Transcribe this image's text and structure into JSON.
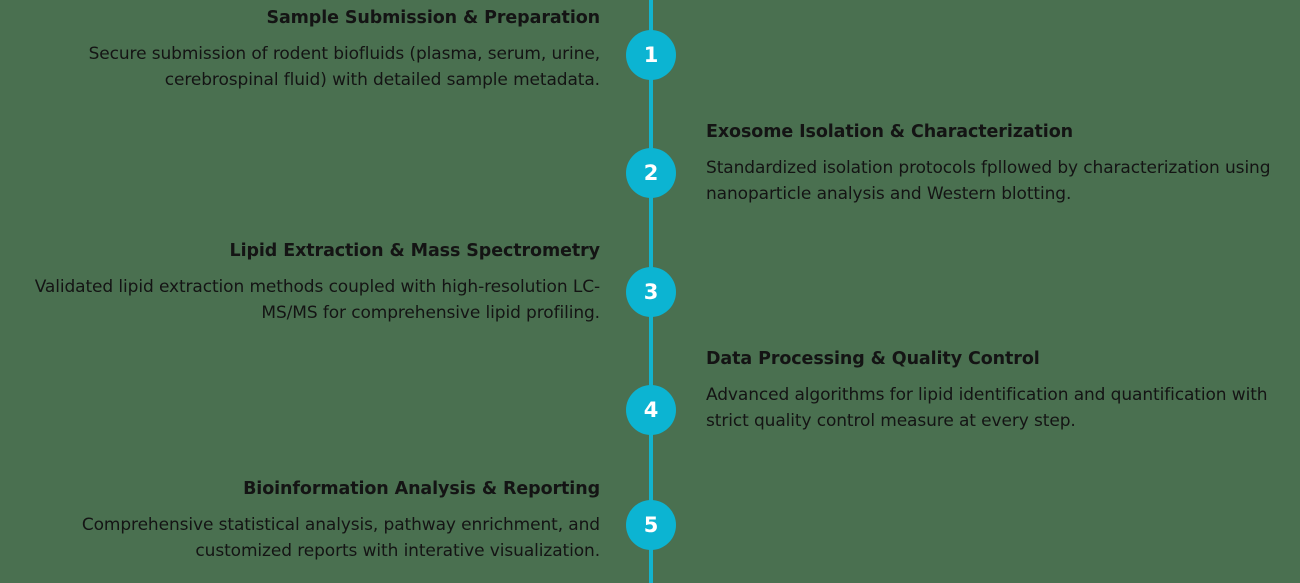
{
  "diagram": {
    "type": "vertical-timeline",
    "orientation": "vertical",
    "alternating_sides": true,
    "background_color": "#4a7050",
    "accent_color": "#0cb4d2",
    "line_color": "#12b3cf",
    "text_color": "#141414",
    "marker_label_color": "#ffffff",
    "step_count": 5,
    "steps": [
      {
        "number": "1",
        "side": "left",
        "title": "Sample Submission & Preparation",
        "description": "Secure submission of rodent biofluids (plasma, serum, urine, cerebrospinal fluid) with detailed sample metadata."
      },
      {
        "number": "2",
        "side": "right",
        "title": "Exosome Isolation & Characterization",
        "description": "Standardized isolation protocols fpllowed by characterization using nanoparticle analysis and Western blotting."
      },
      {
        "number": "3",
        "side": "left",
        "title": "Lipid Extraction & Mass Spectrometry",
        "description": "Validated lipid extraction methods coupled with high-resolution LC-MS/MS for comprehensive lipid profiling."
      },
      {
        "number": "4",
        "side": "right",
        "title": "Data Processing & Quality Control",
        "description": "Advanced algorithms for lipid identification and quantification with strict quality control measure at every step."
      },
      {
        "number": "5",
        "side": "left",
        "title": "Bioinformation Analysis & Reporting",
        "description": "Comprehensive statistical analysis, pathway enrichment, and customized reports with interative visualization."
      }
    ]
  }
}
